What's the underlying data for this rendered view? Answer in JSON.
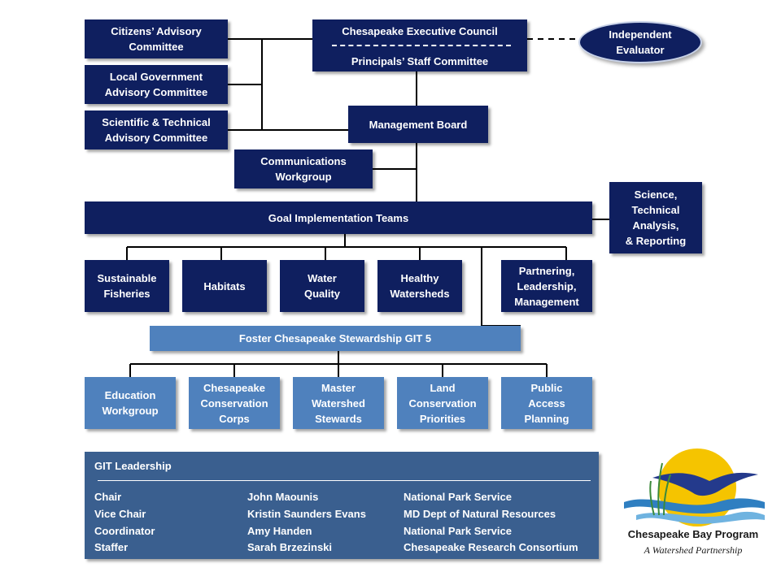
{
  "boxes": {
    "citizens": "Citizens’ Advisory\nCommittee",
    "local_gov": "Local Government\nAdvisory Committee",
    "sci_tech": "Scientific & Technical\nAdvisory Committee",
    "exec_council": "Chesapeake Executive Council",
    "principals": "Principals’ Staff Committee",
    "evaluator": "Independent\nEvaluator",
    "mgmt_board": "Management Board",
    "comms": "Communications\nWorkgroup",
    "git": "Goal Implementation Teams",
    "science": "Science,\nTechnical\nAnalysis,\n& Reporting",
    "fisheries": "Sustainable\nFisheries",
    "habitats": "Habitats",
    "water": "Water\nQuality",
    "watersheds": "Healthy\nWatersheds",
    "partnering": "Partnering,\nLeadership,\nManagement",
    "foster": "Foster Chesapeake Stewardship GIT 5",
    "education": "Education\nWorkgroup",
    "corps": "Chesapeake\nConservation\nCorps",
    "master": "Master\nWatershed\nStewards",
    "land": "Land\nConservation\nPriorities",
    "public": "Public\nAccess\nPlanning"
  },
  "leadership": {
    "title": "GIT Leadership",
    "rows": [
      {
        "role": "Chair",
        "name": "John Maounis",
        "org": "National Park Service"
      },
      {
        "role": "Vice Chair",
        "name": "Kristin Saunders Evans",
        "org": "MD Dept of Natural Resources"
      },
      {
        "role": "Coordinator",
        "name": "Amy Handen",
        "org": "National Park Service"
      },
      {
        "role": "Staffer",
        "name": "Sarah Brzezinski",
        "org": "Chesapeake Research Consortium"
      }
    ]
  },
  "logo": {
    "title": "Chesapeake Bay Program",
    "subtitle": "A Watershed Partnership",
    "colors": {
      "sun": "#f5c400",
      "bird": "#243a8c",
      "water": "#2f7fc1",
      "grass": "#3b8a3a"
    }
  }
}
